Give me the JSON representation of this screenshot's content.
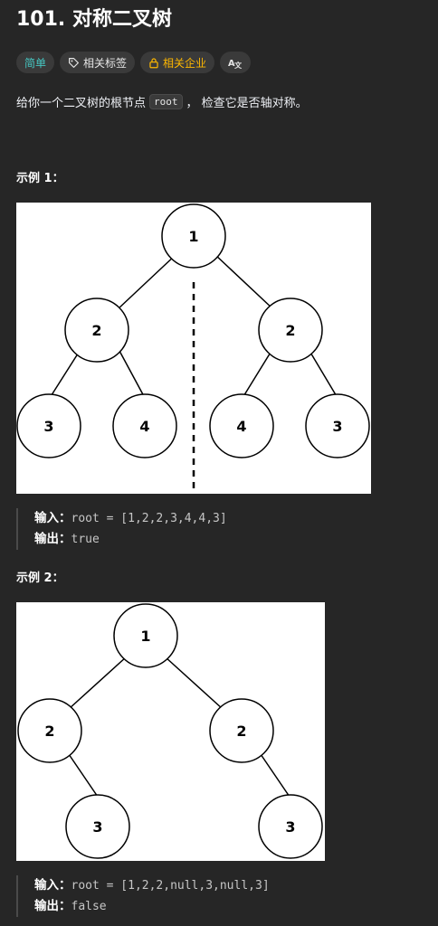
{
  "problem": {
    "title": "101. 对称二叉树",
    "tags": {
      "difficulty": "简单",
      "related_tags": "相关标签",
      "related_companies": "相关企业",
      "translate_icon": "translate-icon"
    },
    "description_before": "给你一个二叉树的根节点",
    "description_code": "root",
    "description_after": "， 检查它是否轴对称。"
  },
  "colors": {
    "background": "#262626",
    "easy": "#46c6c2",
    "company": "#ffb800"
  },
  "examples": [
    {
      "title": "示例 1：",
      "input_label": "输入：",
      "input_value": "root = [1,2,2,3,4,4,3]",
      "output_label": "输出：",
      "output_value": "true",
      "nodes": [
        "1",
        "2",
        "2",
        "3",
        "4",
        "4",
        "3"
      ]
    },
    {
      "title": "示例 2：",
      "input_label": "输入：",
      "input_value": "root = [1,2,2,null,3,null,3]",
      "output_label": "输出：",
      "output_value": "false",
      "nodes": [
        "1",
        "2",
        "2",
        "3",
        "3"
      ]
    }
  ]
}
